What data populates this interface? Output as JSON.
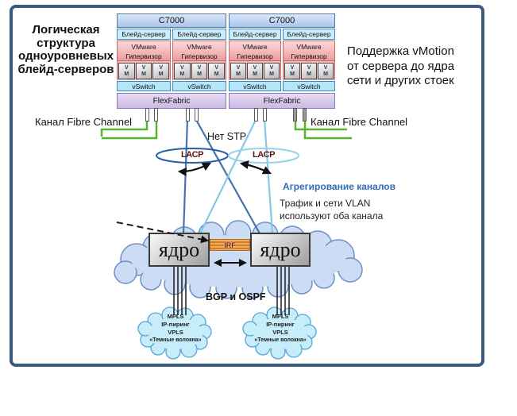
{
  "title": {
    "lines": [
      "Логическая",
      "структура",
      "одноуровневых",
      "блейд-серверов"
    ]
  },
  "enclosure": {
    "title": "C7000",
    "blade_server": "Блейд-сервер",
    "vmware_line1": "VMware",
    "vmware_line2": "Гипервизор",
    "vm_top": "V",
    "vm_bottom": "M",
    "vswitch": "vSwitch",
    "flexfabric": "FlexFabric"
  },
  "labels": {
    "fibre_channel_left": "Канал Fibre Channel",
    "fibre_channel_right": "Канал Fibre Channel",
    "no_stp": "Нет STP",
    "lacp_left": "LACP",
    "lacp_right": "LACP",
    "vmotion_lines": [
      "Поддержка vMotion",
      "от сервера до ядра",
      "сети и других стоек"
    ],
    "aggregation": "Агрегирование каналов",
    "vlan_lines": [
      "Трафик и сети VLAN",
      "используют оба канала"
    ],
    "core_left": "ядро",
    "core_right": "ядро",
    "irf": "IRF",
    "bgp_ospf": "BGP и OSPF",
    "wan_cloud_lines": [
      "MPLS",
      "IP-пиринг",
      "VPLS",
      "«Темные волокна»"
    ]
  },
  "colors": {
    "frame_border": "#3a5a80",
    "fibre_channel_green": "#58b42c",
    "dark_link_blue": "#4673ad",
    "light_link_blue": "#85c9e6",
    "lacp_ellipse_dark": "#2a5ca8",
    "lacp_ellipse_light": "#96d2ea",
    "lacp_text": "#5c1616",
    "aggregation_text": "#2f6db8",
    "irf_orange": "#e1913f",
    "core_cloud_fill": "#ccdcf5",
    "wan_cloud_fill": "#c8edfa",
    "vmware_pink": "#f2a5a5",
    "vswitch_cyan": "#b5e6f7",
    "flexfabric_lavender": "#d5c7ee",
    "c7000_header_blue": "#b6cef0",
    "blade_cyan": "#cdeef9"
  }
}
